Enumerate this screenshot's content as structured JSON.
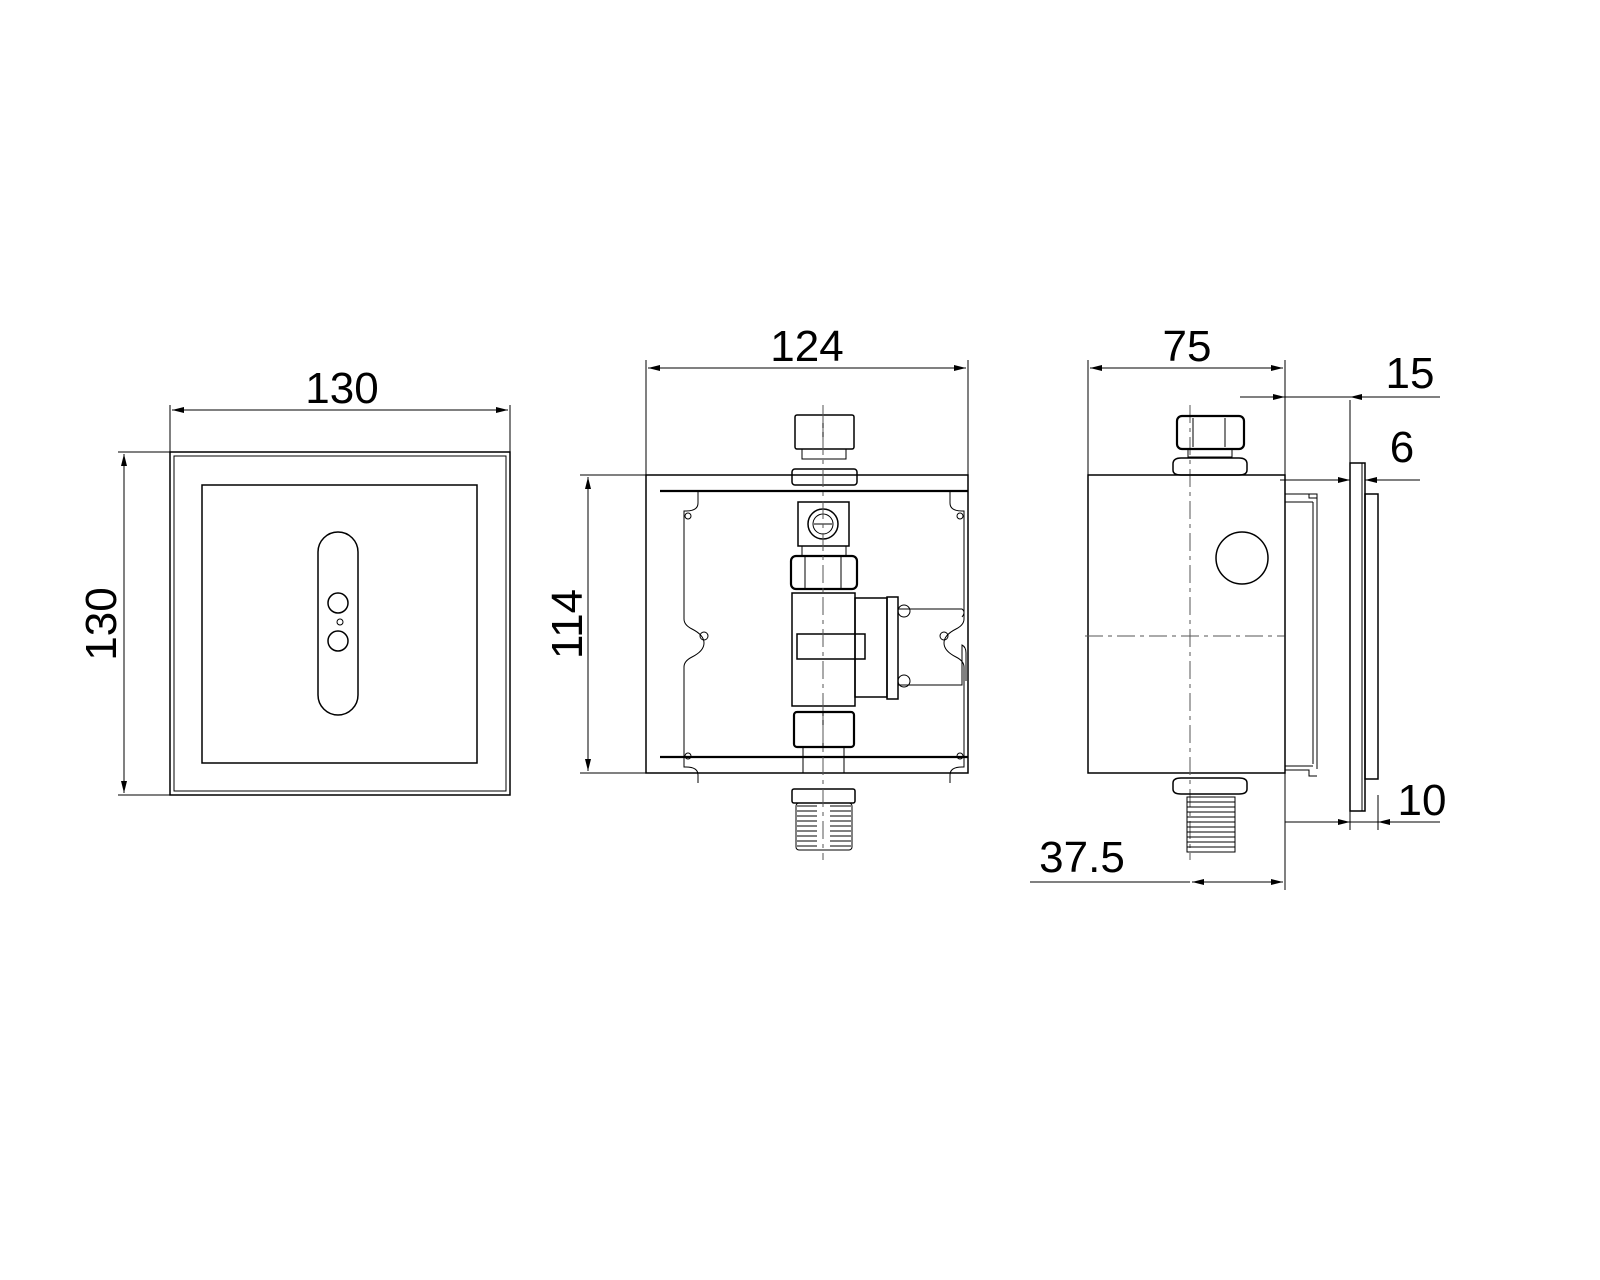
{
  "drawing": {
    "front_view": {
      "width_label": "130",
      "height_label": "130"
    },
    "internal_view": {
      "width_label": "124",
      "height_label": "114"
    },
    "side_view": {
      "depth_label": "75",
      "plate_offset_label": "15",
      "plate_thickness_label": "6",
      "inner_plate_label": "10",
      "pipe_offset_label": "37.5"
    }
  }
}
